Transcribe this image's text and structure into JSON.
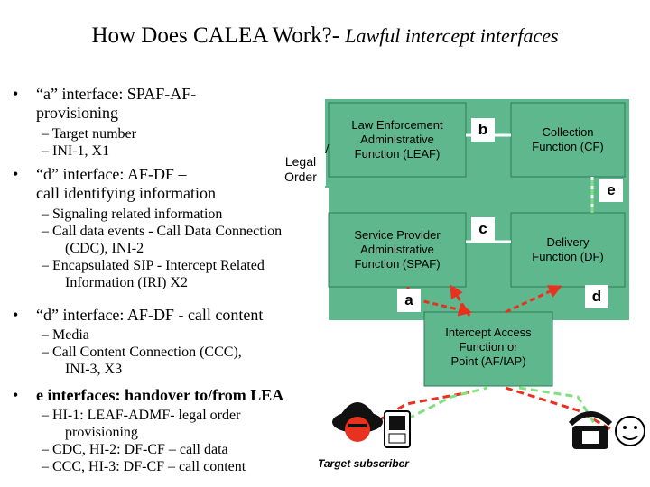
{
  "title": {
    "main": "How Does CALEA Work?- ",
    "sub": "Lawful intercept interfaces"
  },
  "bullets": [
    {
      "text": "“a” interface: SPAF-AF-provisioning",
      "line1": "“a” interface: SPAF-AF-",
      "line2": "provisioning"
    },
    {
      "sub": [
        "Target number",
        "INI-1, X1"
      ]
    },
    {
      "text": "“d” interface: AF-DF – call identifying information",
      "line1": "“d” interface: AF-DF –",
      "line2": "call identifying information"
    },
    {
      "sub": [
        "Signaling related information",
        "Call data events - Call Data Connection",
        "(CDC), INI-2",
        "Encapsulated SIP - Intercept Related",
        "Information (IRI) X2"
      ]
    },
    {
      "text": "“d” interface: AF-DF - call content"
    },
    {
      "sub": [
        "Media",
        "Call Content Connection (CCC),",
        "INI-3, X3"
      ]
    },
    {
      "text": "e interfaces: handover to/from LEA"
    },
    {
      "sub": [
        "HI-1: LEAF-ADMF- legal order",
        "provisioning",
        "CDC, HI-2: DF-CF – call data",
        "CCC, HI-3: DF-CF – call content"
      ]
    }
  ],
  "diagram": {
    "boxes": {
      "leaf": [
        "Law Enforcement",
        "Administrative",
        "Function (LEAF)"
      ],
      "cf": [
        "Collection",
        "Function (CF)"
      ],
      "spaf": [
        "Service Provider",
        "Administrative",
        "Function (SPAF)"
      ],
      "df": [
        "Delivery",
        "Function (DF)"
      ],
      "iap": [
        "Intercept Access",
        "Function or",
        "Point (AF/IAP)"
      ]
    },
    "legal_order": [
      "Legal",
      "Order"
    ],
    "labels": {
      "a": "a",
      "b": "b",
      "c": "c",
      "d": "d",
      "e": "e"
    },
    "target_label": "Target subscriber",
    "colors": {
      "panel": "#5fb78d",
      "box": "#5fb78d",
      "arrow_red": "#e8321f",
      "line_green": "#80e080"
    },
    "icons": [
      "hacker-icon",
      "pda-icon",
      "phone-icon",
      "face-icon"
    ]
  }
}
